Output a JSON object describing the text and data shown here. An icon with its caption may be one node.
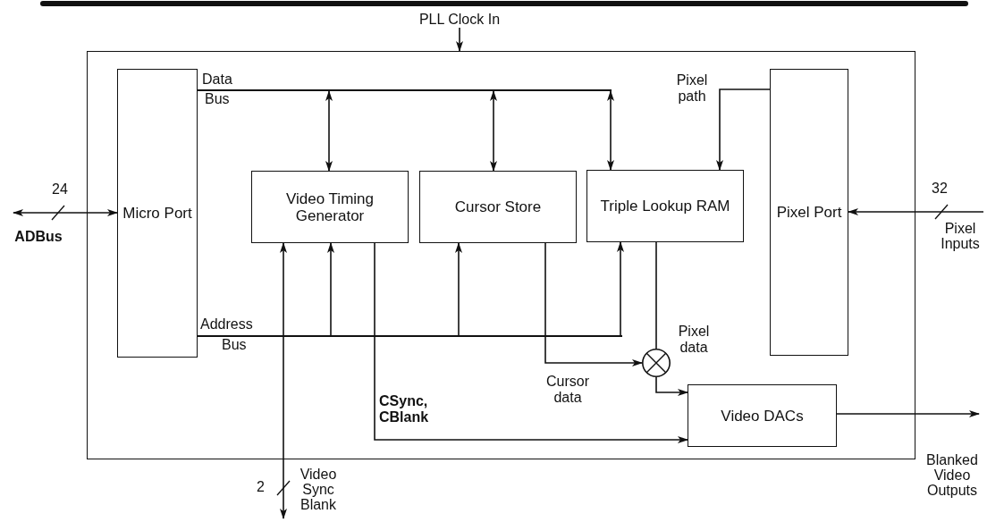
{
  "diagram": {
    "nodes": [
      {
        "text": [],
        "shape": "box"
      },
      {
        "text": [
          "Micro Port"
        ],
        "in": 0
      },
      {
        "text": [
          "Video Timing Generator"
        ],
        "in": 0
      },
      {
        "text": [
          "Cursor Store"
        ],
        "in": 0
      },
      {
        "text": [
          "Triple Lookup RAM"
        ],
        "in": 0
      },
      {
        "text": [
          "Pixel Port"
        ],
        "in": 0
      },
      {
        "text": [],
        "shape": "circle",
        "in": 0
      },
      {
        "text": [
          "Video DACs"
        ],
        "in": 0
      },
      {
        "text": [],
        "shape": "bar",
        "in": 0
      },
      {
        "text": [],
        "shape": "bar",
        "in": 0
      },
      {
        "text": [
          "PLL Clock In"
        ]
      },
      {
        "text": [
          "ADBus"
        ],
        "beside": [
          "24"
        ]
      },
      {
        "text": [
          "Pixel Inputs"
        ],
        "beside": [
          "32"
        ]
      },
      {
        "text": [
          "Video Sync Blank"
        ],
        "beside": [
          "2"
        ]
      },
      {
        "text": [
          "Blanked Video Outputs"
        ]
      }
    ],
    "edges": [
      {
        "from": 8,
        "to": 2,
        "arrow": "both"
      },
      {
        "from": 8,
        "to": 3,
        "arrow": "both"
      },
      {
        "from": 8,
        "to": 4,
        "arrow": "both"
      },
      {
        "from": 5,
        "to": 4,
        "arrow": "to",
        "label": "Pixel path"
      },
      {
        "from": 11,
        "to": 1,
        "arrow": "both"
      },
      {
        "from": 12,
        "to": 5,
        "arrow": "to"
      },
      {
        "from": 9,
        "to": 2,
        "arrow": "to"
      },
      {
        "from": 9,
        "to": 3,
        "arrow": "to"
      },
      {
        "from": 9,
        "to": 4,
        "arrow": "to"
      },
      {
        "from": 2,
        "to": 13,
        "arrow": "both"
      },
      {
        "from": 2,
        "to": 7,
        "arrow": "to",
        "label": "CSync, CBlank"
      },
      {
        "from": 3,
        "to": 6,
        "arrow": "to",
        "label": "Cursor data"
      },
      {
        "from": 4,
        "to": 6,
        "arrow": "none",
        "label": "Pixel data"
      },
      {
        "from": 6,
        "to": 7,
        "arrow": "to"
      },
      {
        "from": 7,
        "to": 14,
        "arrow": "to"
      },
      {
        "from": 10,
        "to": 0,
        "arrow": "to"
      }
    ],
    "labels": [
      "Data",
      "Bus",
      "Address",
      "Bus"
    ]
  }
}
